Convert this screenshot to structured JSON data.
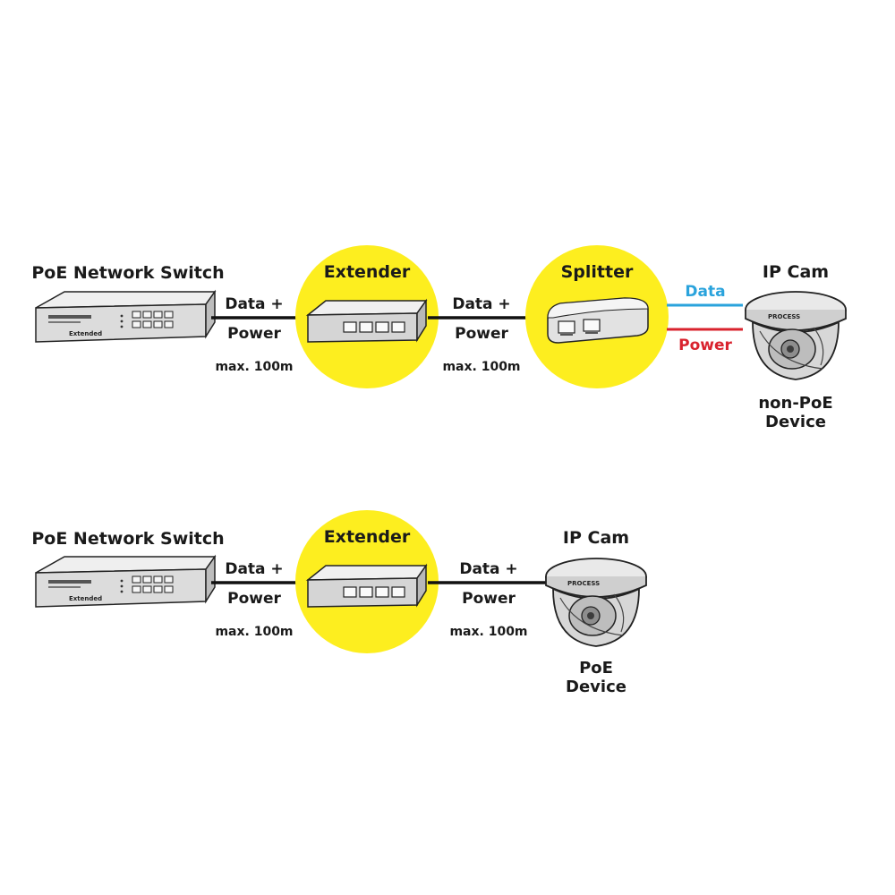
{
  "colors": {
    "highlight": "#fdee1f",
    "cable": "#111111",
    "data_line": "#2aa3dc",
    "power_line": "#d9232e",
    "device_body": "#d8d8d8"
  },
  "row1": {
    "switch_label": "PoE Network Switch",
    "switch_brand": "Extended",
    "cable1": {
      "line1": "Data +",
      "line2": "Power",
      "distance": "max. 100m"
    },
    "extender_label": "Extender",
    "cable2": {
      "line1": "Data +",
      "line2": "Power",
      "distance": "max. 100m"
    },
    "splitter_label": "Splitter",
    "data_label": "Data",
    "power_label": "Power",
    "cam_label": "IP Cam",
    "cam_brand": "PROCESS",
    "device_line1": "non-PoE",
    "device_line2": "Device"
  },
  "row2": {
    "switch_label": "PoE Network Switch",
    "switch_brand": "Extended",
    "cable1": {
      "line1": "Data +",
      "line2": "Power",
      "distance": "max. 100m"
    },
    "extender_label": "Extender",
    "cable2": {
      "line1": "Data +",
      "line2": "Power",
      "distance": "max. 100m"
    },
    "cam_label": "IP Cam",
    "cam_brand": "PROCESS",
    "device_line1": "PoE",
    "device_line2": "Device"
  }
}
